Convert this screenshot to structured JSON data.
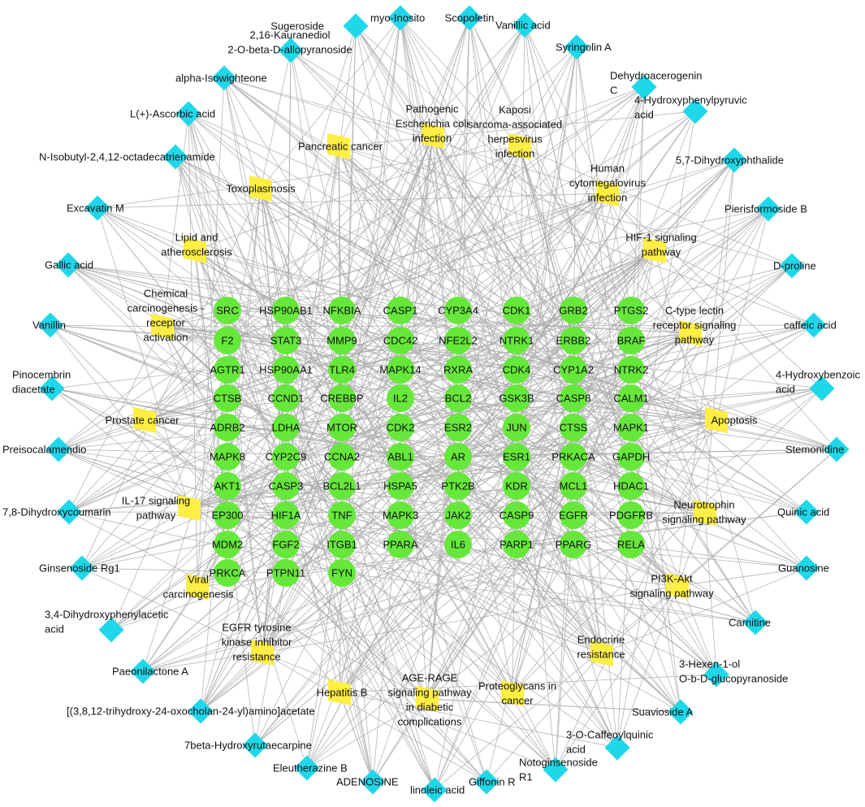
{
  "diagram": {
    "type": "network",
    "colors": {
      "compound": "#1ed8ea",
      "target": "#66e83a",
      "pathway": "#ffee44",
      "edge": "#a9a9a9"
    },
    "compounds": [
      "Sugeroside",
      "myo-Inosito",
      "Scopoletin",
      "Vanillic acid",
      "2,16-Kauranediol\n2-O-beta-D-allopyranoside",
      "Syringolin A",
      "alpha-Isowighteone",
      "Dehydroacerogenin\nC",
      "L(+)-Ascorbic acid",
      "4-Hydroxyphenylpyruvic\nacid",
      "N-Isobutyl-2,4,12-octadecatrienamide",
      "5,7-Dihydroxyphthalide",
      "Excavatin M",
      "Pierisformoside B",
      "Gallic acid",
      "D-proline",
      "Vanillin",
      "caffeic acid",
      "Pinocembrin\ndiacetate",
      "4-Hydroxybenzoic\nacid",
      "Preisocalamendio",
      "Stemonidine",
      "7,8-Dihydroxycoumarin",
      "Quinic acid",
      "Ginsenoside Rg1",
      "Guanosine",
      "3,4-Dihydroxyphenylacetic\nacid",
      "Carnitine",
      "Paeonilactone A",
      "3-Hexen-1-ol\nO-b-D-glucopyranoside",
      "[(3,8,12-trihydroxy-24-oxocholan-24-yl)amino]acetate",
      "Suavioside A",
      "7beta-Hydroxyrutaecarpine",
      "3-O-Caffeoylquinic\nacid",
      "Eleutherazine B",
      "ADENOSINE",
      "linoleic acid",
      "Giffonin R",
      "Notoginsenoside\nR1"
    ],
    "pathways": [
      "Pancreatic cancer",
      "Pathogenic\nEscherichia coli\ninfection",
      "Kaposi\nsarcoma-associated\nherpesvirus\ninfection",
      "Toxoplasmosis",
      "Human\ncytomegalovirus\ninfection",
      "Lipid and\natherosclerosis",
      "HIF-1 signaling\npathway",
      "Chemical\ncarcinogenesis -\nreceptor\nactivation",
      "C-type lectin\nreceptor signaling\npathway",
      "Prostate cancer",
      "Apoptosis",
      "IL-17 signaling\npathway",
      "Neurotrophin\nsignaling pathway",
      "Viral\ncarcinogenesis",
      "PI3K-Akt\nsignaling pathway",
      "EGFR tyrosine\nkinase inhibitor\nresistance",
      "Endocrine\nresistance",
      "Hepatitis B",
      "AGE-RAGE\nsignaling pathway\nin diabetic\ncomplications",
      "Proteoglycans in\ncancer"
    ],
    "targets": [
      [
        "SRC",
        "HSP90AB1",
        "NFKBIA",
        "CASP1",
        "CYP3A4",
        "CDK1",
        "GRB2",
        "PTGS2"
      ],
      [
        "F2",
        "STAT3",
        "MMP9",
        "CDC42",
        "NFE2L2",
        "NTRK1",
        "ERBB2",
        "BRAF"
      ],
      [
        "AGTR1",
        "HSP90AA1",
        "TLR4",
        "MAPK14",
        "RXRA",
        "CDK4",
        "CYP1A2",
        "NTRK2"
      ],
      [
        "CTSB",
        "CCND1",
        "CREBBP",
        "IL2",
        "BCL2",
        "GSK3B",
        "CASP8",
        "CALM1"
      ],
      [
        "ADRB2",
        "LDHA",
        "MTOR",
        "CDK2",
        "ESR2",
        "JUN",
        "CTSS",
        "MAPK1"
      ],
      [
        "MAPK8",
        "CYP2C9",
        "CCNA2",
        "ABL1",
        "AR",
        "ESR1",
        "PRKACA",
        "GAPDH"
      ],
      [
        "AKT1",
        "CASP3",
        "BCL2L1",
        "HSPA5",
        "PTK2B",
        "KDR",
        "MCL1",
        "HDAC1"
      ],
      [
        "EP300",
        "HIF1A",
        "TNF",
        "MAPK3",
        "JAK2",
        "CASP9",
        "EGFR",
        "PDGFRB"
      ],
      [
        "MDM2",
        "FGF2",
        "ITGB1",
        "PPARA",
        "IL6",
        "PARP1",
        "PPARG",
        "RELA"
      ],
      [
        "PRKCA",
        "PTPN11",
        "FYN"
      ]
    ]
  }
}
